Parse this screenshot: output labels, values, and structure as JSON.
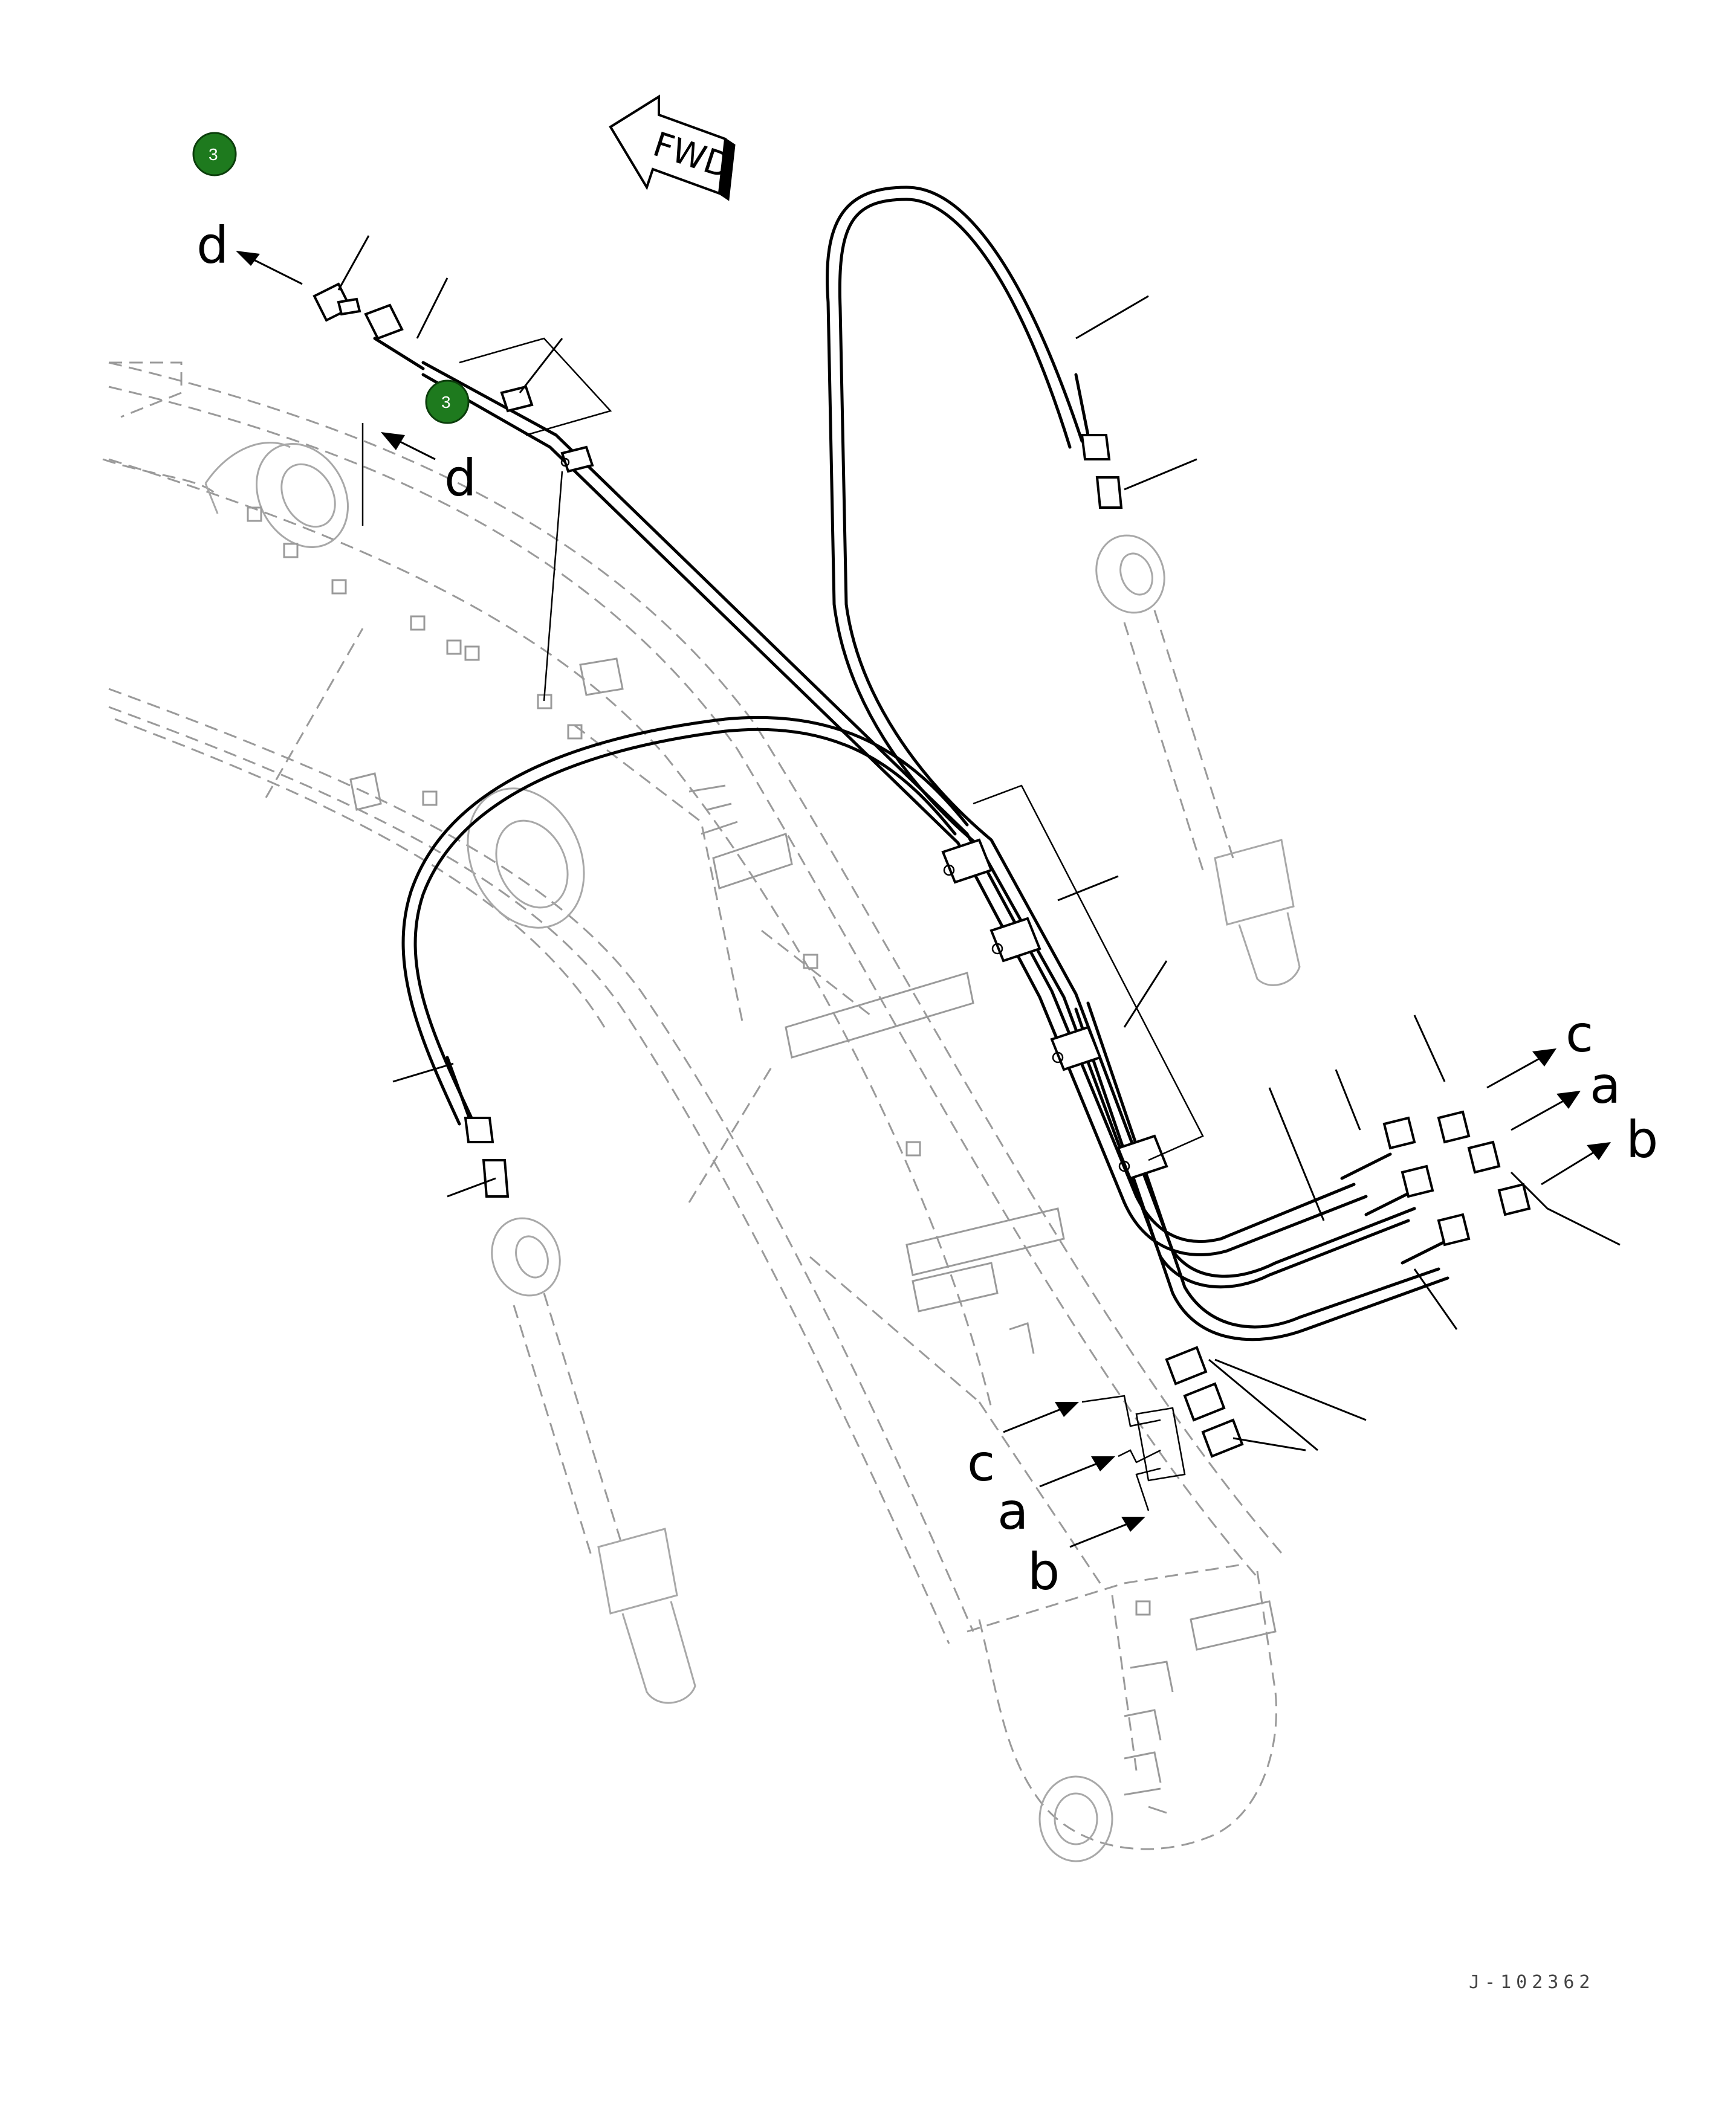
{
  "labels": {
    "fwd": "FWD",
    "d_top": "d",
    "d_mid": "d",
    "c_right": "c",
    "a_right": "a",
    "b_right": "b",
    "c_bottom": "c",
    "a_bottom": "a",
    "b_bottom": "b"
  },
  "callouts": [
    {
      "number": "3"
    },
    {
      "number": "3"
    }
  ],
  "document_id": "J-102362",
  "colors": {
    "callout_fill": "#1e7a1e",
    "callout_stroke": "#0b3d0b",
    "line": "#000000",
    "ghost": "#9a9a9a"
  }
}
